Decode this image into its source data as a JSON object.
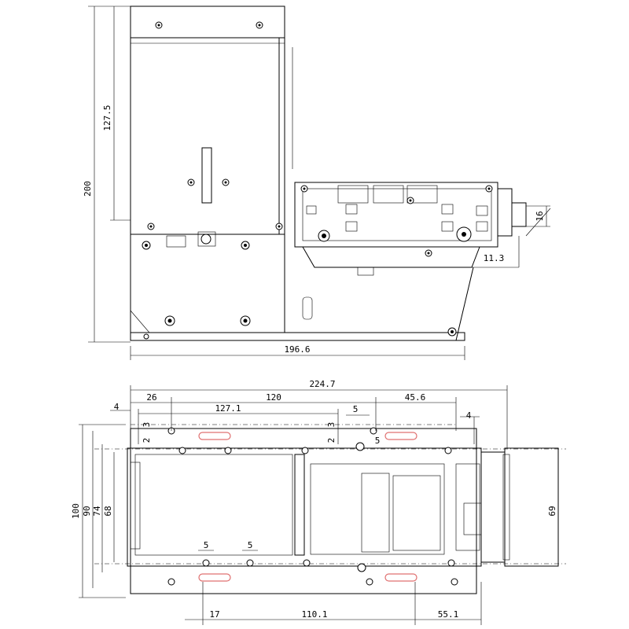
{
  "side_view": {
    "dims": {
      "height_upper": "127.5",
      "height_total": "200",
      "base_length": "196.6",
      "connector_height": "16",
      "connector_offset": "11.3"
    }
  },
  "top_view": {
    "dims": {
      "overall_length": "224.7",
      "left_offset": "26",
      "hole_spacing": "120",
      "right_offset": "45.6",
      "left_margin": "4",
      "inner_span": "127.1",
      "right_margin": "4",
      "small_gap_a": "3",
      "small_gap_b": "2",
      "small_gap_c": "3",
      "small_gap_d": "2",
      "slot_width_top": "5",
      "slot_width_top_b": "5",
      "slot_width_bottom_a": "5",
      "slot_width_bottom_b": "5",
      "height_outer": "100",
      "height_90": "90",
      "height_74": "74",
      "height_68": "68",
      "height_right": "69",
      "bottom_left": "17",
      "bottom_mid": "110.1",
      "bottom_right": "55.1"
    }
  }
}
